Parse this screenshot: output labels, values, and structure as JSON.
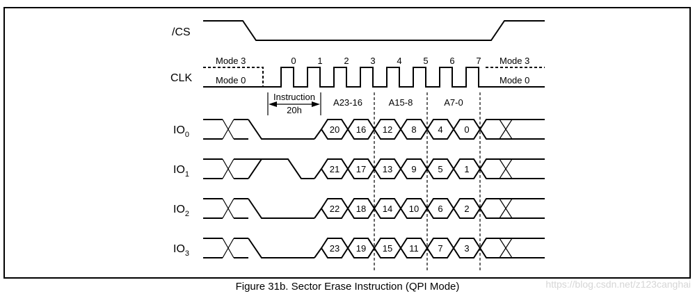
{
  "figure": {
    "caption": "Figure 31b. Sector Erase Instruction (QPI Mode)",
    "watermark": "https://blog.csdn.net/z123canghai"
  },
  "signals": {
    "cs": {
      "label": "/CS"
    },
    "clk": {
      "label": "CLK",
      "mode3_left": "Mode 3",
      "mode0_left": "Mode 0",
      "mode3_right": "Mode 3",
      "mode0_right": "Mode 0",
      "cycles": [
        "0",
        "1",
        "2",
        "3",
        "4",
        "5",
        "6",
        "7"
      ]
    },
    "io": [
      {
        "name": "IO",
        "sub": "0",
        "bits": [
          "20",
          "16",
          "12",
          "8",
          "4",
          "0"
        ]
      },
      {
        "name": "IO",
        "sub": "1",
        "bits": [
          "21",
          "17",
          "13",
          "9",
          "5",
          "1"
        ]
      },
      {
        "name": "IO",
        "sub": "2",
        "bits": [
          "22",
          "18",
          "14",
          "10",
          "6",
          "2"
        ]
      },
      {
        "name": "IO",
        "sub": "3",
        "bits": [
          "23",
          "19",
          "15",
          "11",
          "7",
          "3"
        ]
      }
    ]
  },
  "annotations": {
    "instruction_label": "Instruction",
    "instruction_value": "20h",
    "address_groups": [
      "A23-16",
      "A15-8",
      "A7-0"
    ]
  }
}
